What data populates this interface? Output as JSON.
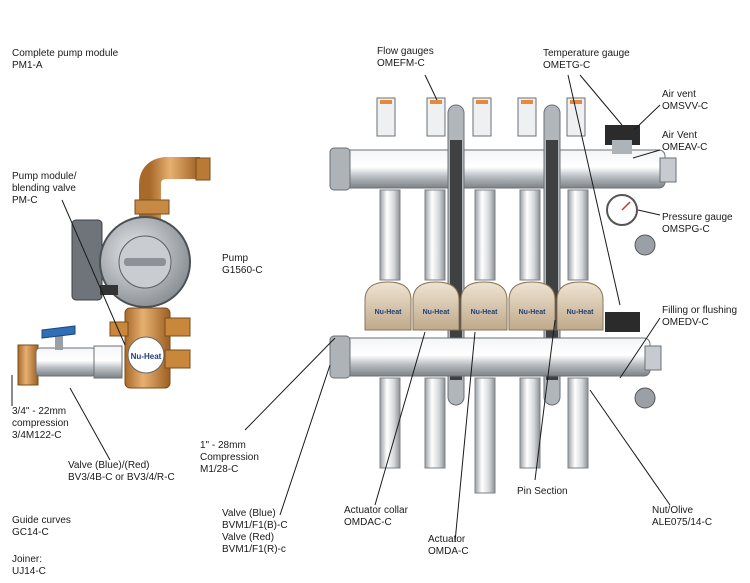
{
  "labels": {
    "complete_pump_module": {
      "line1": "Complete pump module",
      "line2": "PM1-A"
    },
    "pump_module": {
      "line1": "Pump module/",
      "line2": "blending valve",
      "line3": "PM-C"
    },
    "pump": {
      "line1": "Pump",
      "line2": "G1560-C"
    },
    "compression_22": {
      "line1": "3/4\" - 22mm",
      "line2": "compression",
      "line3": "3/4M122-C"
    },
    "valve_blue_red": {
      "line1": "Valve (Blue)/(Red)",
      "line2": "BV3/4B-C or BV3/4/R-C"
    },
    "guide_curves": {
      "line1": "Guide curves",
      "line2": "GC14-C"
    },
    "joiner": {
      "line1": "Joiner:",
      "line2": "UJ14-C"
    },
    "compression_28": {
      "line1": "1\" - 28mm",
      "line2": "Compression",
      "line3": "M1/28-C"
    },
    "valve_manifold": {
      "line1": "Valve (Blue)",
      "line2": "BVM1/F1(B)-C",
      "line3": "Valve (Red)",
      "line4": "BVM1/F1(R)-c"
    },
    "actuator_collar": {
      "line1": "Actuator collar",
      "line2": "OMDAC-C"
    },
    "actuator": {
      "line1": "Actuator",
      "line2": "OMDA-C"
    },
    "pin_section": {
      "line1": "Pin Section"
    },
    "nut_olive": {
      "line1": "Nut/Olive",
      "line2": "ALE075/14-C"
    },
    "flow_gauges": {
      "line1": "Flow gauges",
      "line2": "OMEFM-C"
    },
    "temperature_gauge": {
      "line1": "Temperature gauge",
      "line2": "OMETG-C"
    },
    "air_vent_1": {
      "line1": "Air vent",
      "line2": "OMSVV-C"
    },
    "air_vent_2": {
      "line1": "Air Vent",
      "line2": "OMEAV-C"
    },
    "pressure_gauge": {
      "line1": "Pressure gauge",
      "line2": "OMSPG-C"
    },
    "filling_flushing": {
      "line1": "Filling or flushing",
      "line2": "OMEDV-C"
    }
  },
  "brand": {
    "actuator_text": "Nu-Heat",
    "pump_badge_text": "Nu-Heat"
  },
  "colors": {
    "pipe": "#c8ccd0",
    "brass": "#c8873a",
    "actuator_cap": "#d9c9b0",
    "dark": "#2b2b2b",
    "blue_handle": "#2f6fb8"
  }
}
